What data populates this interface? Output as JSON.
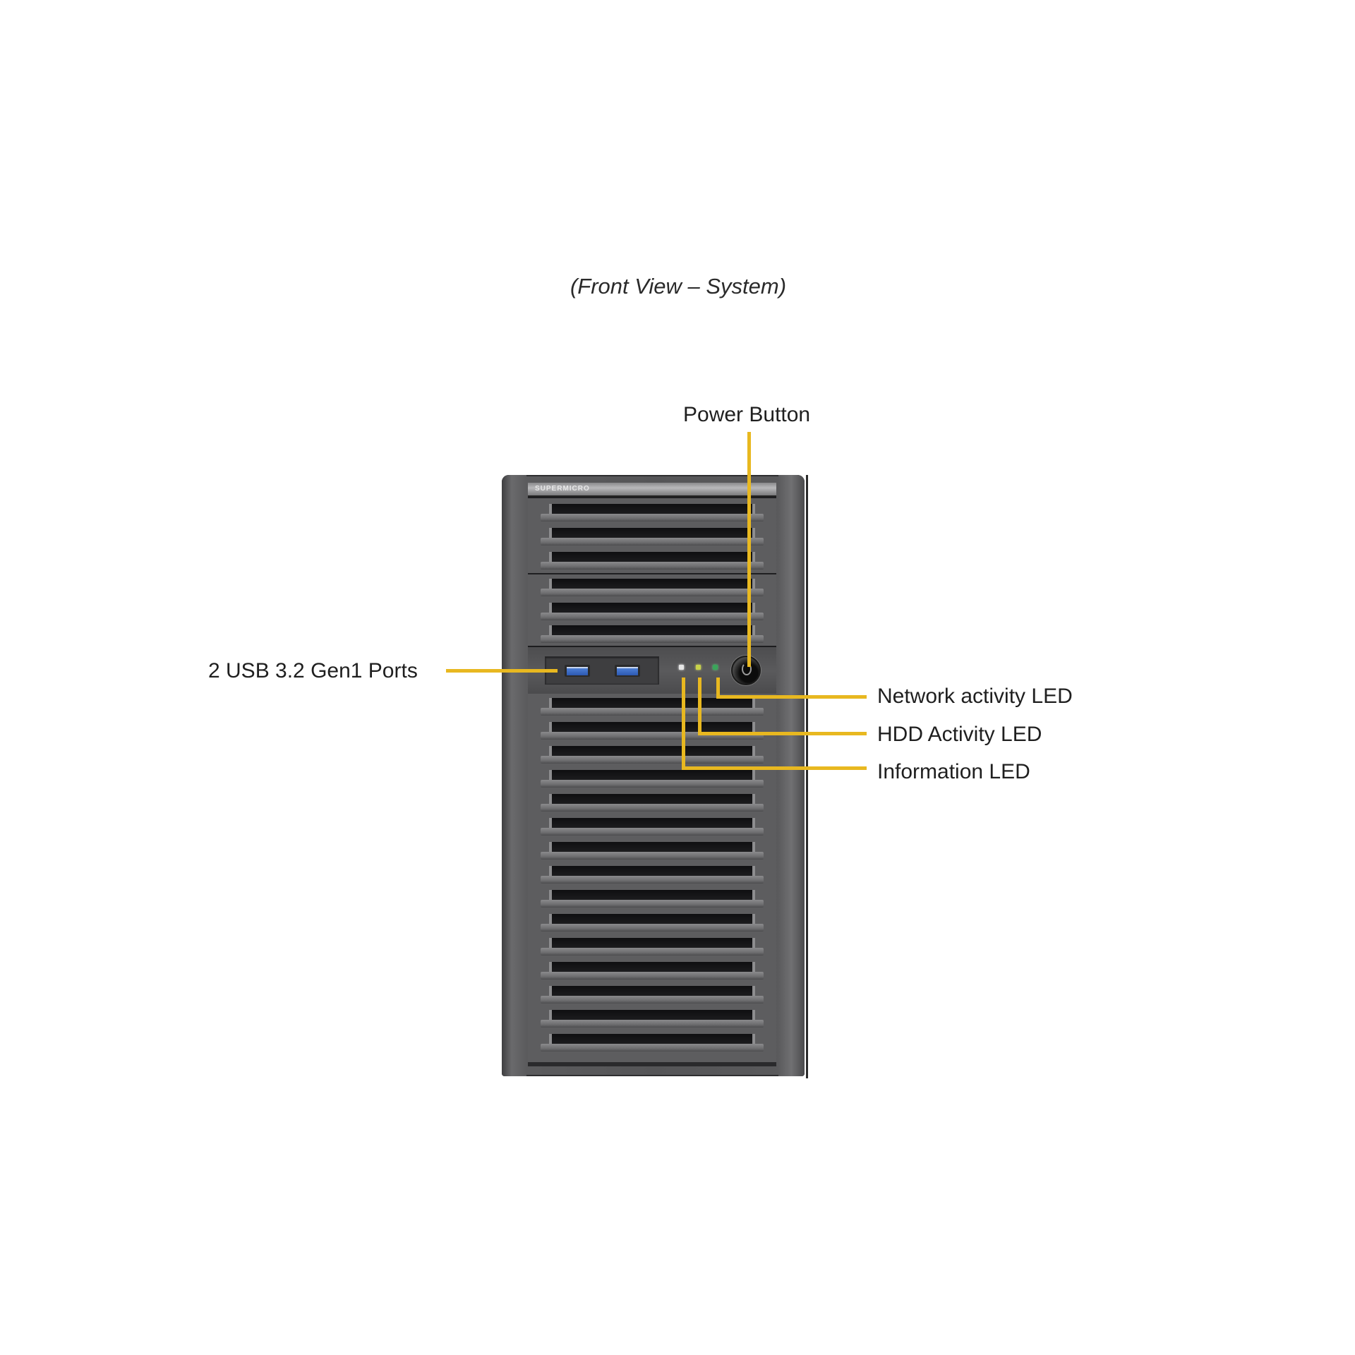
{
  "figure": {
    "caption": "(Front View – System)",
    "brand": "SUPERMICRO"
  },
  "callouts": {
    "power_button": "Power Button",
    "usb_ports": "2 USB 3.2 Gen1 Ports",
    "network_led": "Network activity LED",
    "hdd_led": "HDD Activity LED",
    "info_led": "Information LED"
  },
  "colors": {
    "leader": "#e8b820",
    "chassis": "#555557",
    "led_info": "#e6e6e6",
    "led_hdd": "#c8d24a",
    "led_network": "#3aa55a",
    "usb_port": "#3a6cc8"
  },
  "chassis": {
    "upper_bays": 2,
    "slats_per_bay": 3,
    "lower_vent_slats": 15,
    "usb_port_count": 2,
    "led_count": 3
  }
}
